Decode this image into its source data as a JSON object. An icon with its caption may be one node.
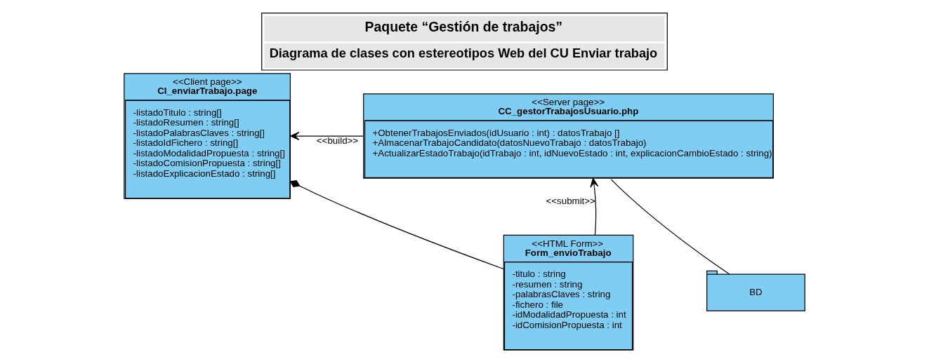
{
  "diagram": {
    "title": "Paquete “Gestión de trabajos”",
    "caption": "Diagrama de clases con estereotipos Web del CU Enviar trabajo",
    "nodes": [
      {
        "text": [
          "<<Client page>>",
          "CI_enviarTrabajo.page",
          "-listadoTitulo : string[]",
          "-listadoResumen : string[]",
          "-listadoPalabrasClaves : string[]",
          "-listadoIdFichero : string[]",
          "-listadoModalidadPropuesta : string[]",
          "-listadoComisionPropuesta : string[]",
          "-listadoExplicacionEstado : string[]"
        ]
      },
      {
        "text": [
          "<<Server page>>",
          "CC_gestorTrabajosUsuario.php",
          "+ObtenerTrabajosEnviados(idUsuario : int) : datosTrabajo []",
          "+AlmacenarTrabajoCandidato(datosNuevoTrabajo : datosTrabajo)",
          "+ActualizarEstadoTrabajo(idTrabajo : int, idNuevoEstado : int, explicacionCambioEstado : string)"
        ]
      },
      {
        "text": [
          "<<HTML Form>>",
          "Form_envioTrabajo",
          "-titulo : string",
          "-resumen : string",
          "-palabrasClaves : string",
          "-fichero : file",
          "-idModalidadPropuesta : int",
          "-idComisionPropuesta : int"
        ]
      },
      {
        "text": [
          "BD"
        ]
      }
    ],
    "edges": [
      {
        "from": 1,
        "to": 0,
        "arrow": "to",
        "label": "<<build>>"
      },
      {
        "from": 2,
        "to": 1,
        "arrow": "to",
        "label": "<<submit>>"
      },
      {
        "from": 2,
        "to": 0,
        "arrow": "other"
      },
      {
        "from": 1,
        "to": 3,
        "arrow": "none"
      }
    ]
  }
}
